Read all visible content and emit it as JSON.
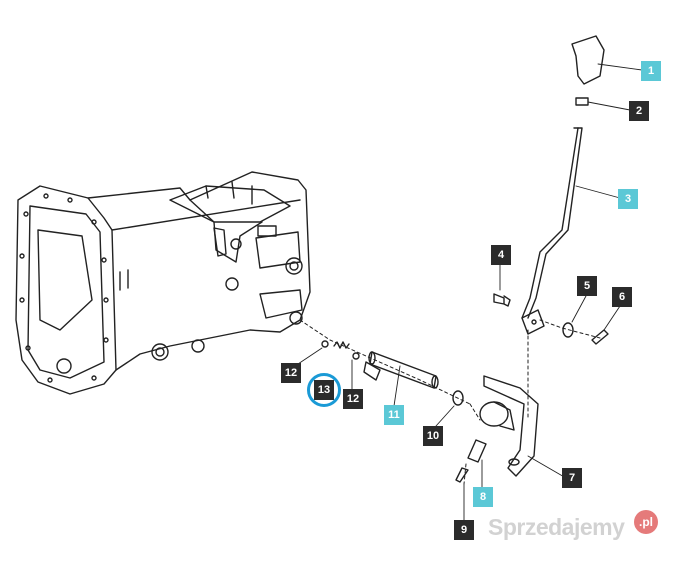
{
  "diagram": {
    "callouts": [
      {
        "id": "callout-1",
        "label": "1",
        "style": "blue"
      },
      {
        "id": "callout-2",
        "label": "2",
        "style": "dark"
      },
      {
        "id": "callout-3",
        "label": "3",
        "style": "blue"
      },
      {
        "id": "callout-4",
        "label": "4",
        "style": "dark"
      },
      {
        "id": "callout-5",
        "label": "5",
        "style": "dark"
      },
      {
        "id": "callout-6",
        "label": "6",
        "style": "dark"
      },
      {
        "id": "callout-7",
        "label": "7",
        "style": "dark"
      },
      {
        "id": "callout-8",
        "label": "8",
        "style": "blue"
      },
      {
        "id": "callout-9",
        "label": "9",
        "style": "dark"
      },
      {
        "id": "callout-10",
        "label": "10",
        "style": "dark"
      },
      {
        "id": "callout-11",
        "label": "11",
        "style": "blue"
      },
      {
        "id": "callout-12a",
        "label": "12",
        "style": "dark"
      },
      {
        "id": "callout-12b",
        "label": "12",
        "style": "dark"
      },
      {
        "id": "callout-13",
        "label": "13",
        "style": "dark"
      }
    ],
    "highlighted": "13"
  },
  "colors": {
    "dark_label": "#2b2b2b",
    "blue_label": "#5bc8d6",
    "highlight_ring": "#1a9ad6"
  },
  "watermark": {
    "text": "Sprzedajemy",
    "badge": ".pl"
  }
}
